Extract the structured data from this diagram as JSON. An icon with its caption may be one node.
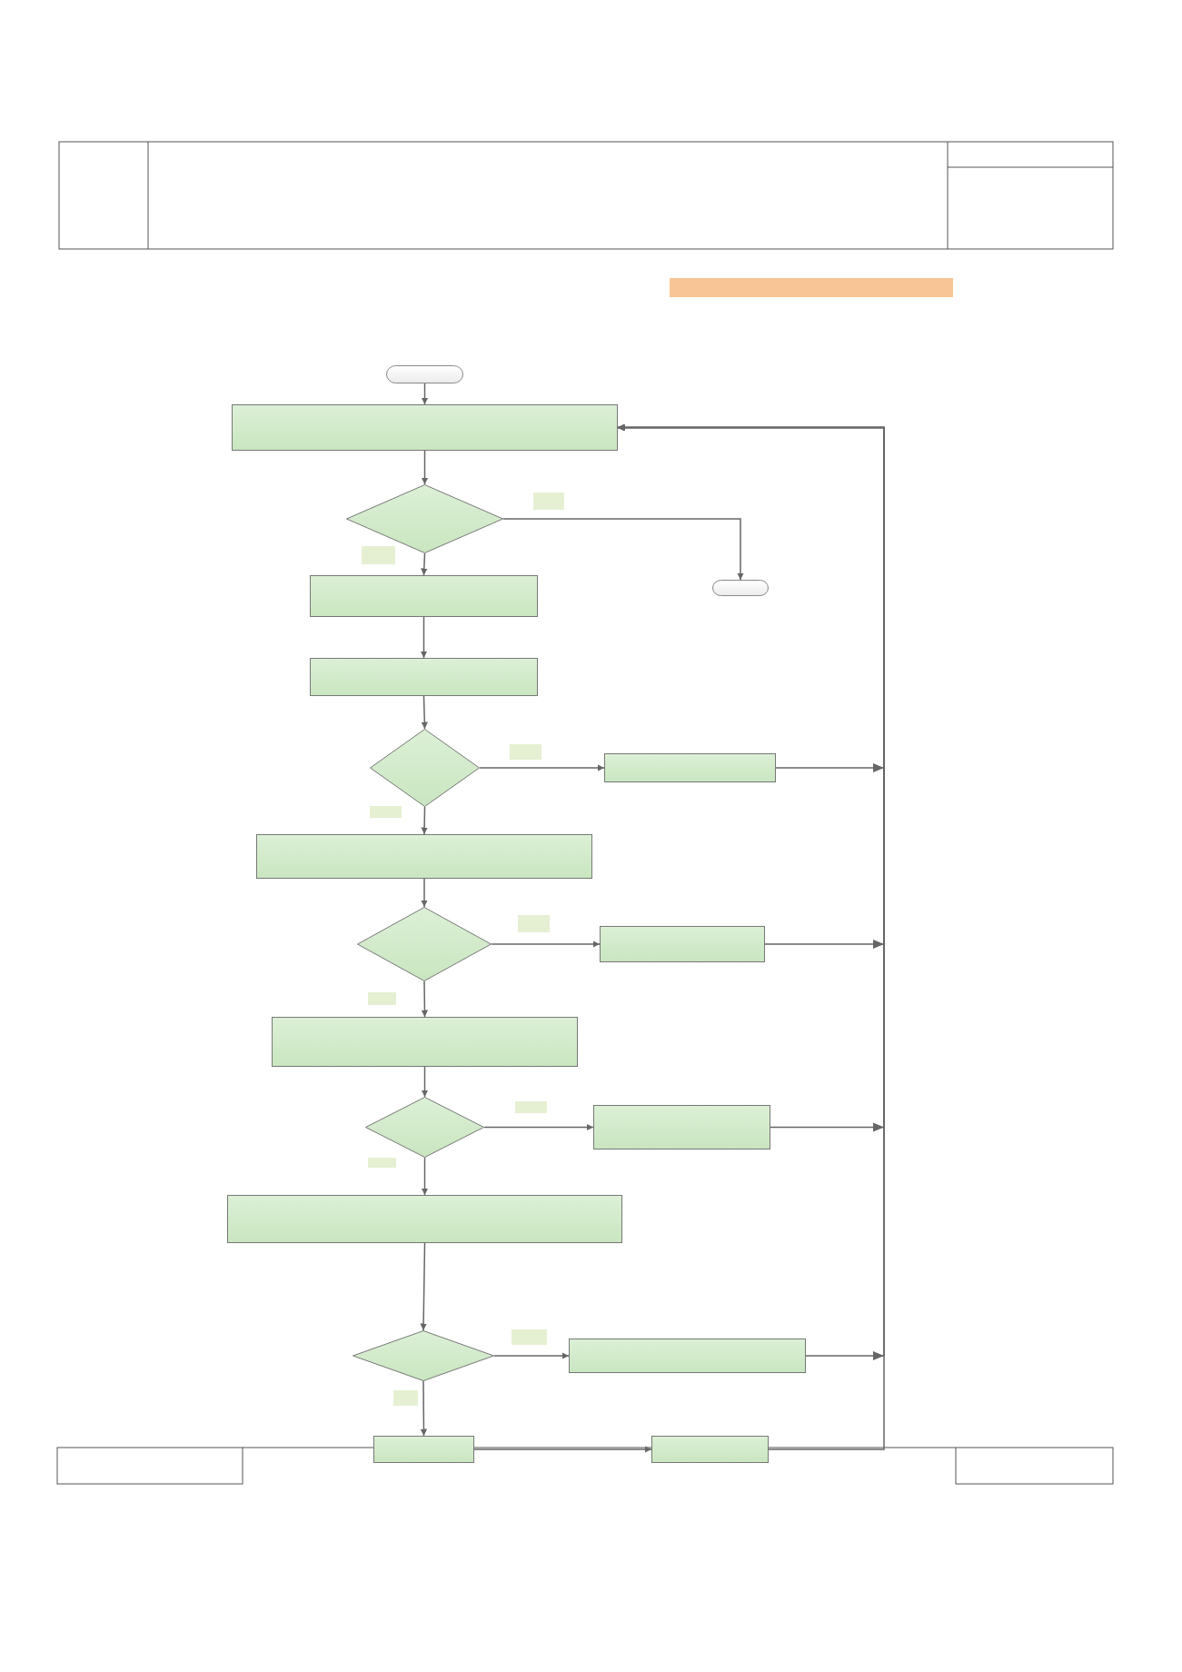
{
  "diagram": {
    "nodes": [
      {
        "text": [],
        "shape": "oval"
      },
      {
        "text": [],
        "shape": "box"
      },
      {
        "text": [],
        "shape": "diamond"
      },
      {
        "text": [],
        "shape": "box"
      },
      {
        "text": [],
        "shape": "oval"
      },
      {
        "text": [],
        "shape": "box"
      },
      {
        "text": [],
        "shape": "diamond"
      },
      {
        "text": [],
        "shape": "box"
      },
      {
        "text": [],
        "shape": "box"
      },
      {
        "text": [],
        "shape": "diamond"
      },
      {
        "text": [],
        "shape": "box"
      },
      {
        "text": [],
        "shape": "box"
      },
      {
        "text": [],
        "shape": "diamond"
      },
      {
        "text": [],
        "shape": "box"
      },
      {
        "text": [],
        "shape": "box"
      },
      {
        "text": [],
        "shape": "diamond"
      },
      {
        "text": [],
        "shape": "box"
      },
      {
        "text": [],
        "shape": "box"
      },
      {
        "text": [],
        "shape": "box"
      }
    ],
    "edges": [
      {
        "from": 0,
        "to": 1,
        "arrow": "to"
      },
      {
        "from": 1,
        "to": 2,
        "arrow": "to"
      },
      {
        "from": 2,
        "to": 4,
        "arrow": "to"
      },
      {
        "from": 2,
        "to": 3,
        "arrow": "to"
      },
      {
        "from": 3,
        "to": 5,
        "arrow": "to"
      },
      {
        "from": 5,
        "to": 6,
        "arrow": "to"
      },
      {
        "from": 6,
        "to": 7,
        "arrow": "to"
      },
      {
        "from": 6,
        "to": 8,
        "arrow": "to"
      },
      {
        "from": 8,
        "to": 9,
        "arrow": "to"
      },
      {
        "from": 9,
        "to": 10,
        "arrow": "to"
      },
      {
        "from": 9,
        "to": 11,
        "arrow": "to"
      },
      {
        "from": 11,
        "to": 12,
        "arrow": "to"
      },
      {
        "from": 12,
        "to": 13,
        "arrow": "to"
      },
      {
        "from": 12,
        "to": 14,
        "arrow": "to"
      },
      {
        "from": 14,
        "to": 15,
        "arrow": "to"
      },
      {
        "from": 15,
        "to": 16,
        "arrow": "to"
      },
      {
        "from": 15,
        "to": 17,
        "arrow": "to"
      },
      {
        "from": 17,
        "to": 18,
        "arrow": "to"
      },
      {
        "from": 7,
        "to": 1,
        "arrow": "to"
      },
      {
        "from": 10,
        "to": 1,
        "arrow": "to"
      },
      {
        "from": 13,
        "to": 1,
        "arrow": "to"
      },
      {
        "from": 16,
        "to": 1,
        "arrow": "to"
      },
      {
        "from": 18,
        "to": 1,
        "arrow": "to"
      }
    ]
  }
}
